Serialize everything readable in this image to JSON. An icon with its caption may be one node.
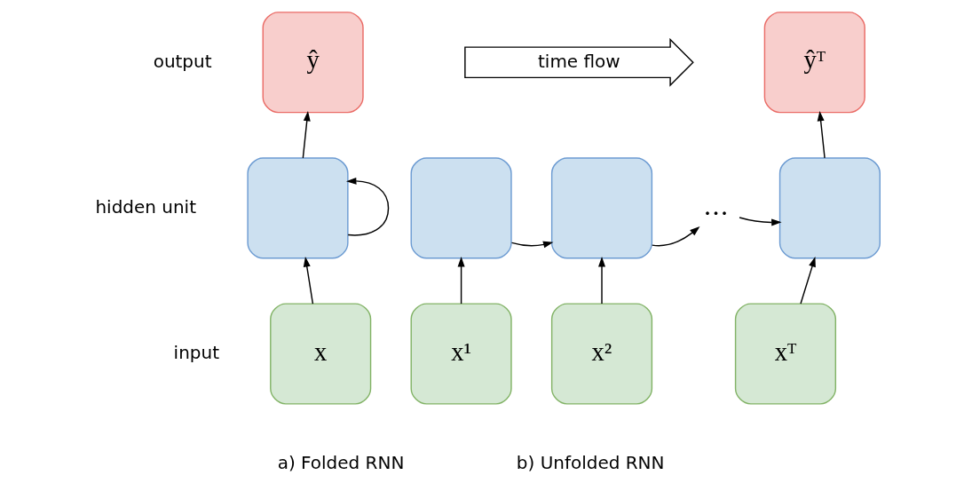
{
  "diagram": {
    "nodes": [
      {
        "text": [
          "ŷ"
        ]
      },
      {
        "text": [],
        "shape": "box"
      },
      {
        "text": [
          "x"
        ]
      },
      {
        "text": [
          "ŷᵀ"
        ]
      },
      {
        "text": [],
        "shape": "box"
      },
      {
        "text": [],
        "shape": "box"
      },
      {
        "text": [
          "…"
        ]
      },
      {
        "text": [],
        "shape": "box"
      },
      {
        "text": [
          "x¹"
        ]
      },
      {
        "text": [
          "x²"
        ]
      },
      {
        "text": [
          "xᵀ"
        ]
      }
    ],
    "edges": [
      {
        "from": 2,
        "to": 1,
        "arrow": "to"
      },
      {
        "from": 1,
        "to": 0,
        "arrow": "to"
      },
      {
        "from": 1,
        "to": 1,
        "arrow": "to"
      },
      {
        "from": 8,
        "to": 4,
        "arrow": "to"
      },
      {
        "from": 9,
        "to": 5,
        "arrow": "to"
      },
      {
        "from": 10,
        "to": 7,
        "arrow": "to"
      },
      {
        "from": 4,
        "to": 5,
        "arrow": "to"
      },
      {
        "from": 5,
        "to": 6,
        "arrow": "to"
      },
      {
        "from": 6,
        "to": 7,
        "arrow": "to"
      },
      {
        "from": 7,
        "to": 3,
        "arrow": "to"
      }
    ],
    "labels": [
      "output",
      "time flow",
      "hidden unit",
      "input",
      "a) Folded RNN",
      "b) Unfolded RNN"
    ]
  }
}
